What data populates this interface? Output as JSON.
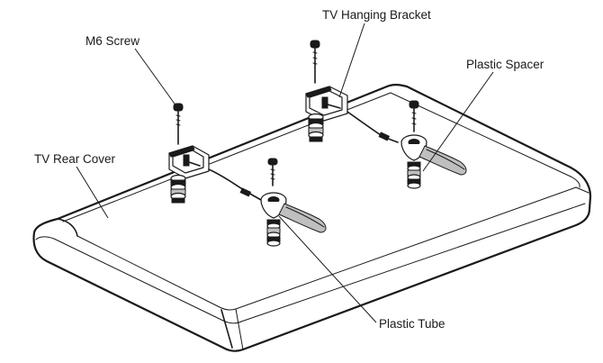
{
  "labels": {
    "tv_hanging_bracket": "TV Hanging Bracket",
    "m6_screw": "M6 Screw",
    "plastic_spacer": "Plastic Spacer",
    "tv_rear_cover": "TV Rear Cover",
    "plastic_tube": "Plastic Tube"
  }
}
